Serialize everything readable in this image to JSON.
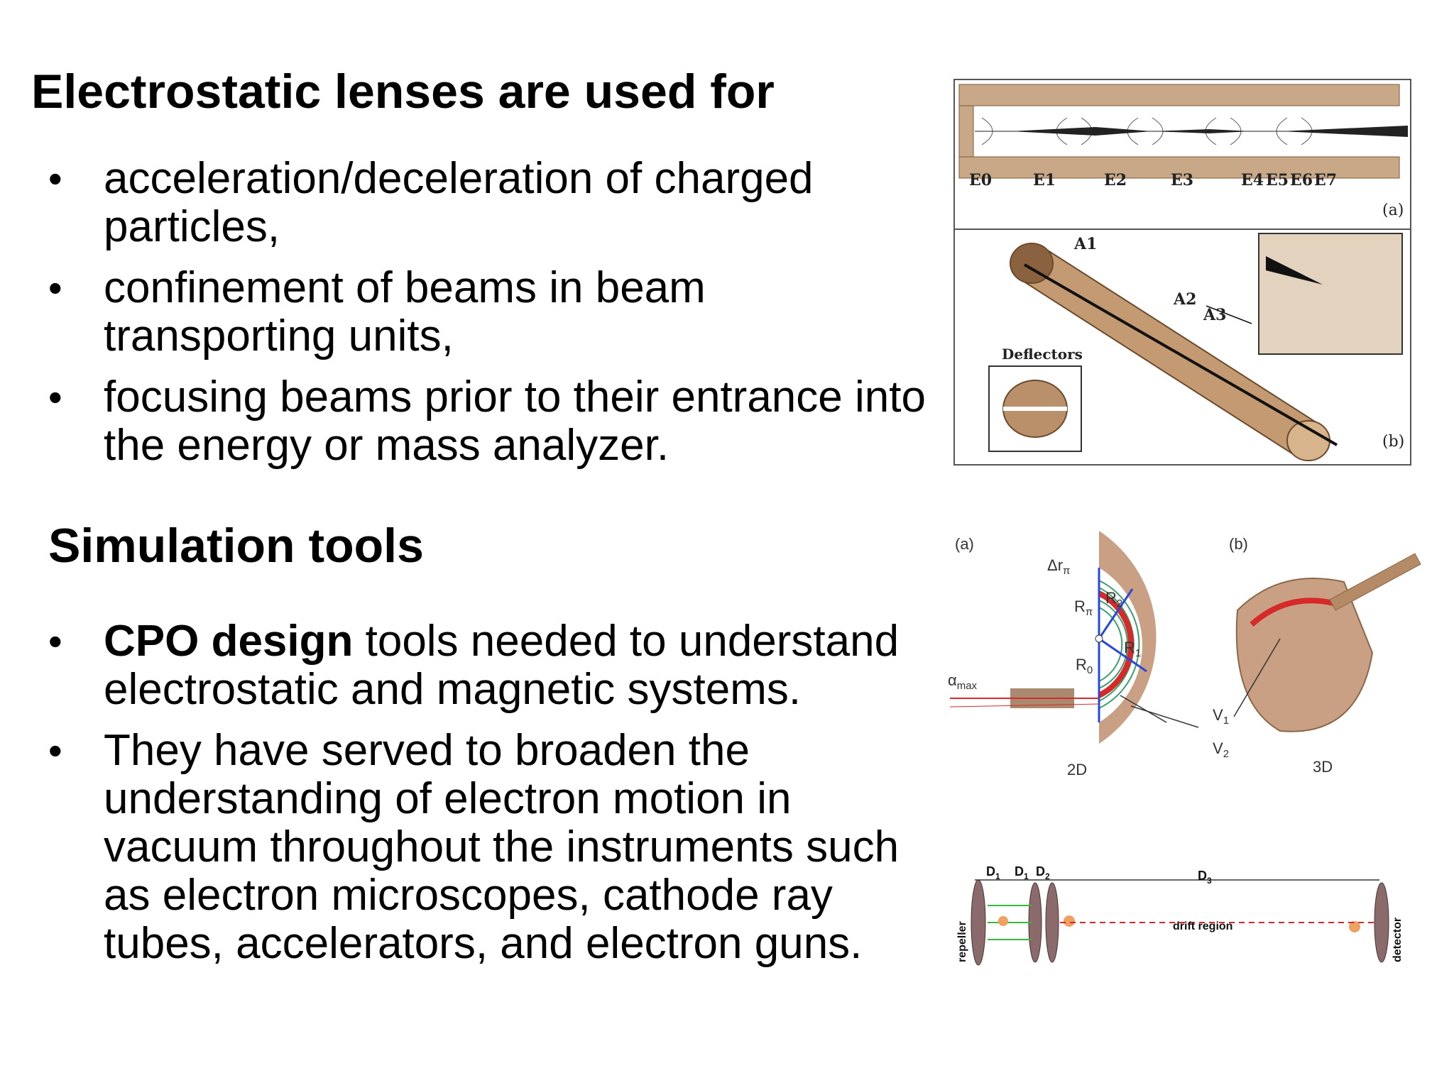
{
  "section1": {
    "heading": "Electrostatic lenses are used for",
    "bullets": [
      "acceleration/deceleration of charged particles,",
      "confinement of beams in beam transporting units,",
      "focusing beams prior to their entrance into the energy or mass analyzer."
    ]
  },
  "section2": {
    "heading": "Simulation tools",
    "bullet1": {
      "bold": "CPO design",
      "rest": " tools needed to understand electrostatic and magnetic systems."
    },
    "bullet2": "They have served to broaden the understanding of electron motion in vacuum throughout the instruments such as electron microscopes, cathode ray tubes, accelerators, and electron guns."
  },
  "figure1": {
    "electrodes": [
      "E0",
      "E1",
      "E2",
      "E3",
      "E4",
      "E5",
      "E6",
      "E7"
    ],
    "panel_a": "(a)",
    "panel_b": "(b)",
    "apertures": [
      "A1",
      "A2",
      "A3"
    ],
    "deflectors": "Deflectors"
  },
  "figure2": {
    "panel_a": "(a)",
    "panel_b": "(b)",
    "delta_r": "Δr",
    "r_pi": "R",
    "r0": "R",
    "r1": "R",
    "r2": "R",
    "alpha": "α",
    "alpha_sub": "max",
    "v1": "V",
    "v2": "V",
    "label_2d": "2D",
    "label_3d": "3D"
  },
  "figure3": {
    "d1a": "D",
    "d1b": "D",
    "d2": "D",
    "d3": "D",
    "repeller": "repeller",
    "drift": "drift region",
    "detector": "detector"
  }
}
